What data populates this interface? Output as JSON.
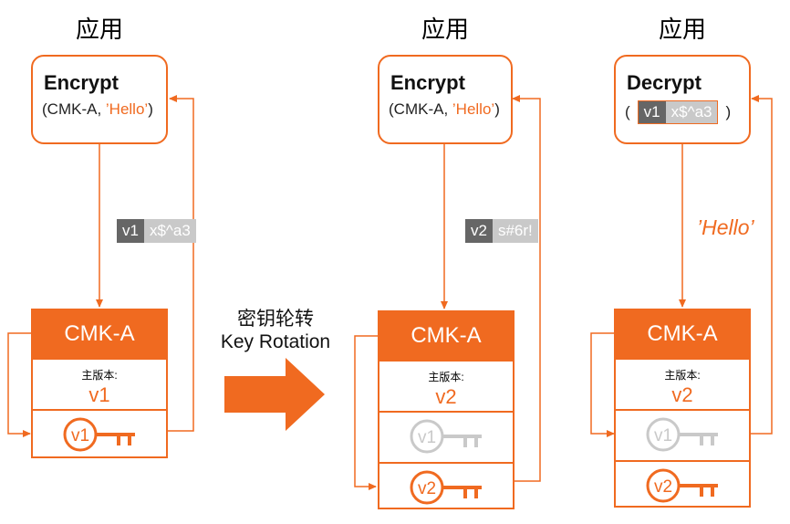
{
  "colors": {
    "accent": "#f06a20",
    "gray_key": "#c9c9c9",
    "dark_tag": "#666666"
  },
  "panels": [
    {
      "title": "应用",
      "operation": "Encrypt",
      "args_open": "(CMK-A, ",
      "args_hello": "’Hello’",
      "args_close": ")",
      "ciphertext": {
        "version": "v1",
        "cipher": "x$^a3"
      },
      "cmk": {
        "name": "CMK-A",
        "primary_label": "主版本:",
        "primary_version": "v1"
      },
      "keys": [
        {
          "label": "v1",
          "state": "active"
        }
      ]
    },
    {
      "title": "应用",
      "operation": "Encrypt",
      "args_open": "(CMK-A, ",
      "args_hello": "’Hello’",
      "args_close": ")",
      "ciphertext": {
        "version": "v2",
        "cipher": "s#6r!"
      },
      "cmk": {
        "name": "CMK-A",
        "primary_label": "主版本:",
        "primary_version": "v2"
      },
      "keys": [
        {
          "label": "v1",
          "state": "inactive"
        },
        {
          "label": "v2",
          "state": "active"
        }
      ]
    },
    {
      "title": "应用",
      "operation": "Decrypt",
      "args_open": "(",
      "args_close": ")",
      "input": {
        "version": "v1",
        "cipher": "x$^a3"
      },
      "result": "’Hello’",
      "cmk": {
        "name": "CMK-A",
        "primary_label": "主版本:",
        "primary_version": "v2"
      },
      "keys": [
        {
          "label": "v1",
          "state": "inactive"
        },
        {
          "label": "v2",
          "state": "active"
        }
      ]
    }
  ],
  "rotation": {
    "line1": "密钥轮转",
    "line2": "Key Rotation"
  }
}
